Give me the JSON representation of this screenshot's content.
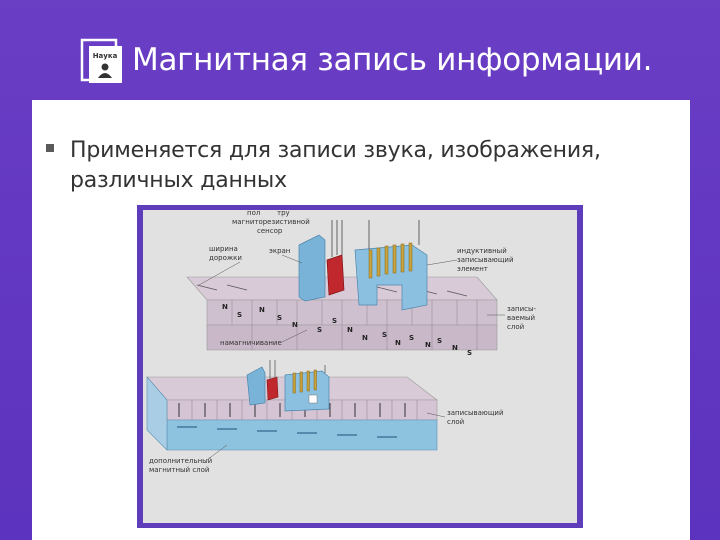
{
  "slide": {
    "title": "Магнитная запись информации.",
    "logo_text": "Наука",
    "bullet": "Применяется для записи звука, изображения, различных данных"
  },
  "figure": {
    "labels": {
      "top_head_a": "пол",
      "top_head_b": "тру",
      "top_head_c": "магниторезистивной",
      "top_head_d": "сенсор",
      "tracks_a": "ширина",
      "tracks_b": "дорожки",
      "shield": "экран",
      "inductive_a": "индуктивный",
      "inductive_b": "записывающий",
      "inductive_c": "элемент",
      "recorded_a": "записы-",
      "recorded_b": "ваемый",
      "recorded_c": "слой",
      "magnetization": "намагничивание",
      "perp_layer_a": "записывающий",
      "perp_layer_b": "слой",
      "soft_layer_a": "дополнительный",
      "soft_layer_b": "магнитный слой"
    },
    "poles_top": [
      "N",
      "S",
      "N",
      "S",
      "N",
      "S",
      "S",
      "N",
      "N",
      "S",
      "N",
      "S",
      "N",
      "S",
      "N",
      "S"
    ]
  },
  "colors": {
    "background": "#6438c2",
    "frame": "#5d3dba",
    "panel": "#e1e1e1",
    "tape": "#d9cad8",
    "head": "#7ab3d8",
    "coil": "#c8a13a",
    "sensor": "#c0282e",
    "bottom_layer": "#8ec3e0"
  }
}
